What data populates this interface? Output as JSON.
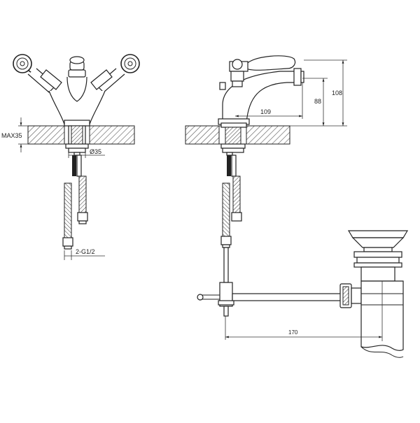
{
  "dimensions": {
    "max_thickness": "MAX35",
    "hole_diameter": "Ø35",
    "connection": "2-G1/2",
    "reach": "109",
    "spout_height": "88",
    "total_height": "108",
    "waste_offset": "170"
  }
}
